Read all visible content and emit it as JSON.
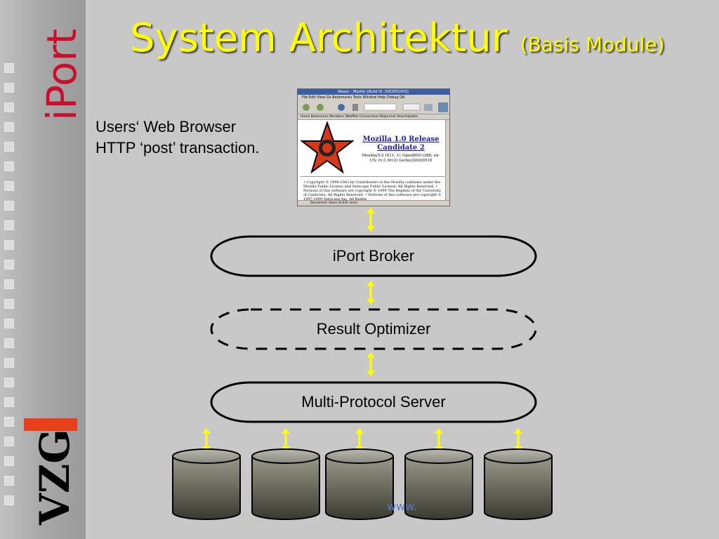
{
  "title": {
    "main": "System Architektur",
    "sub": "(Basis Module)"
  },
  "logos": {
    "top": "iPort",
    "bottom": "VZG"
  },
  "users": {
    "line1": "Users‘ Web Browser",
    "line2": "HTTP ‘post’ transaction."
  },
  "browser": {
    "window_title": "About: - Mozilla {Build ID: 2002051003}",
    "menu": "File  Edit  View  Go  Bookmarks  Tools  Window  Help  Debug  QA",
    "bookmarks": "Home  Bookmarks  Members  WebMail  Connections  BizJournal  SmartUpdate",
    "heading": "Mozilla 1.0 Release Candidate 2",
    "user_agent": "Mozilla/5.0 (X11; U; OpenBSD i386; en-US; rv:1.0rc2) Gecko/20020510",
    "copyright": "• Copyright © 1998-2002 by Contributors to the Mozilla codebase under the Mozilla Public License and Netscape Public License. All Rights Reserved. • Portions of this software are copyright © 1994 The Regents of the University of California. All Rights Reserved. • Portions of this software are copyright © 1997-1999 Netscape Inc. All Rights",
    "status": "Document: Done (0.031 secs)"
  },
  "nodes": {
    "broker": "iPort Broker",
    "optimizer": "Result Optimizer",
    "server": "Multi-Protocol Server"
  },
  "databases": [
    "",
    "",
    "",
    "",
    ""
  ],
  "footer": "www.",
  "colors": {
    "title": "#ffff00",
    "arrow": "#ffff00",
    "accent": "#e8401c",
    "logo_red": "#c8102e"
  }
}
